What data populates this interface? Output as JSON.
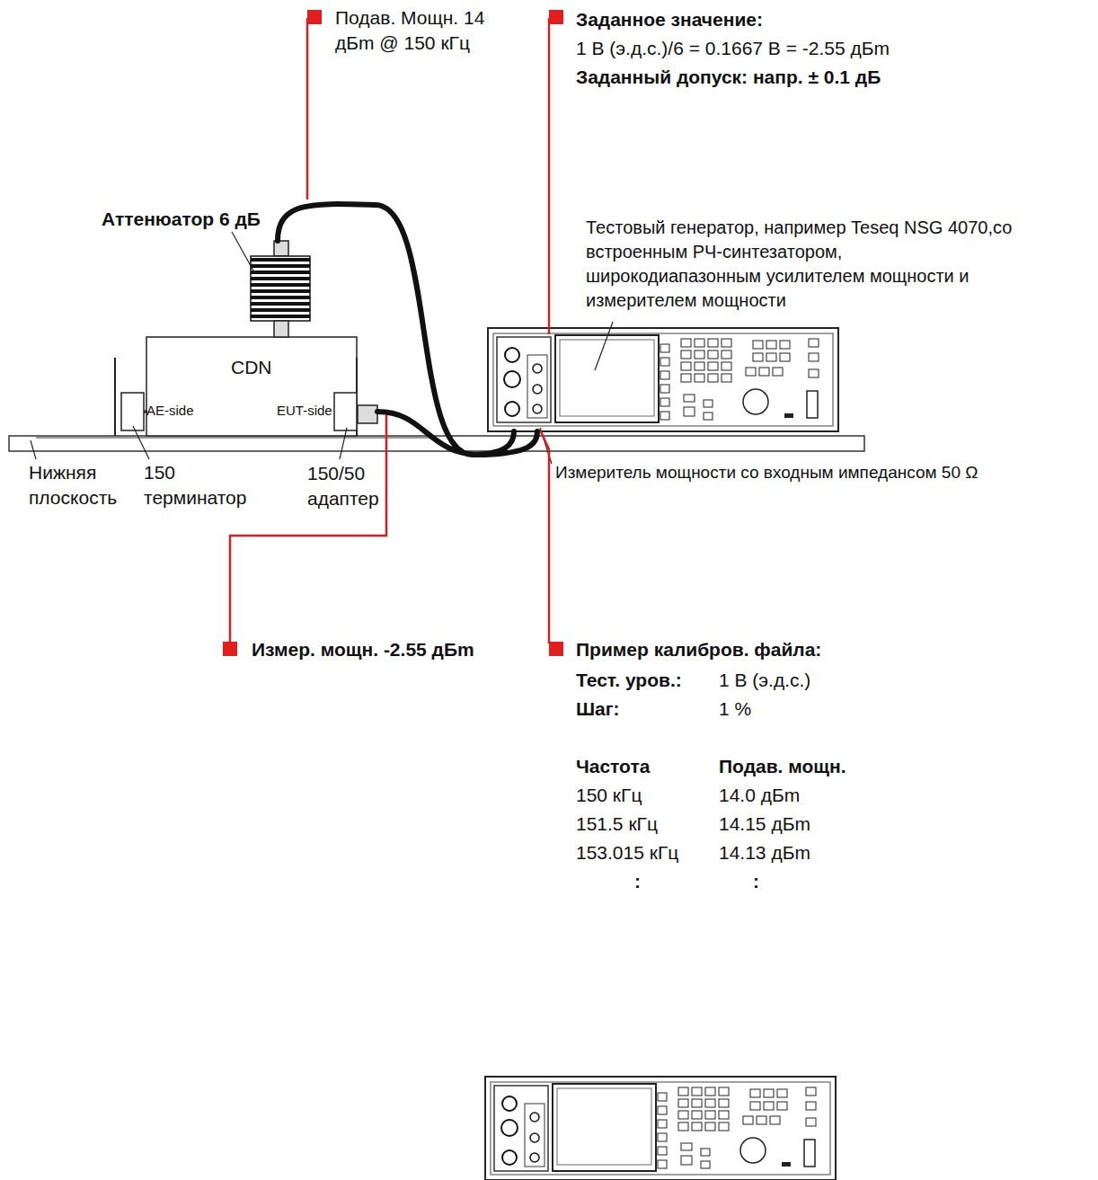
{
  "diagram": {
    "nodes": [
      {
        "text": [
          "Аттенюатор 6 дБ"
        ]
      },
      {
        "text": [
          "CDN",
          "AE-side",
          "EUT-side"
        ]
      },
      {
        "text": [
          "150/50 адаптер"
        ]
      },
      {
        "text": [
          "Тестовый генератор, например Teseq NSG 4070,со встроенным РЧ-синтезатором, широкодиапазонным усилителем мощности и измерителем мощности"
        ]
      }
    ],
    "edges": [
      {
        "from": 0,
        "to": 3,
        "arrow": "none"
      },
      {
        "from": 2,
        "to": 3,
        "arrow": "none"
      }
    ],
    "labels": [
      "Подав. Мощн. 14 дБm @ 150 кГц",
      "Заданное значение:",
      "1 В (э.д.с.)/6 = 0.1667 В = -2.55 дБm",
      "Заданный допуск: напр. ± 0.1 дБ",
      "Нижняя плоскость",
      "150 терминатор",
      "Измеритель мощности со входным импедансом 50 Ω",
      "Измер. мощн. -2.55 дБm",
      "Пример калибров. файла:",
      "Тест. уров.:",
      "1 В (э.д.с.)",
      "Шаг:",
      "1 %",
      "Частота",
      "Подав. мощн.",
      "150 кГц",
      "14.0 дБm",
      "151.5 кГц",
      "14.15 дБm",
      "153.015 кГц",
      "14.13 дБm",
      ":",
      ":"
    ]
  }
}
